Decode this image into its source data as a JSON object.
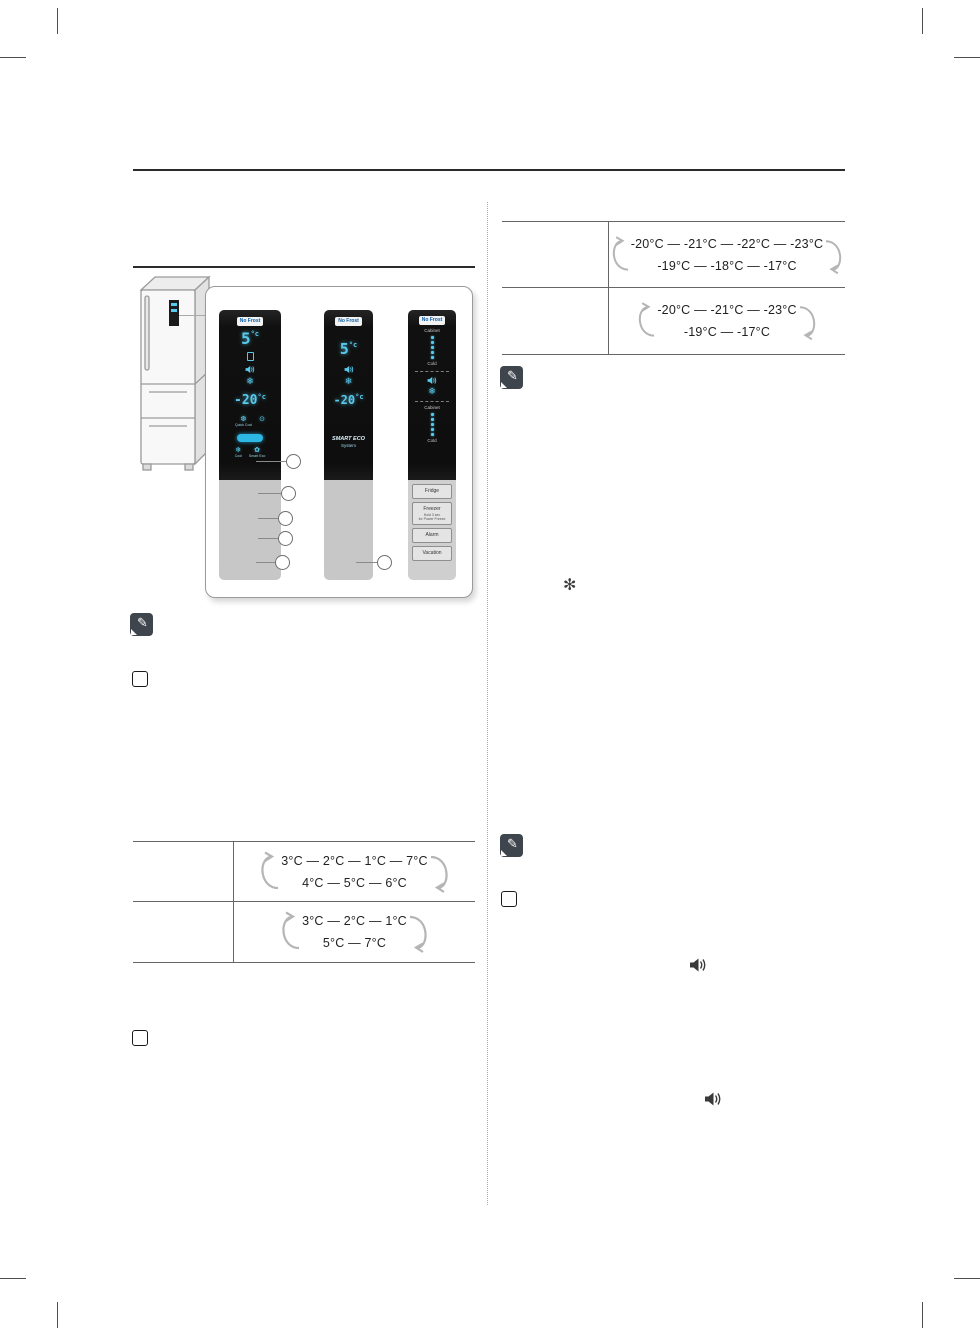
{
  "colors": {
    "display_blue": "#58c9ea",
    "badge_blue": "#2cb7e5",
    "panel_dark": "#121212",
    "panel_gray": "#c7c7c7",
    "arrow_gray": "#b5b5b5",
    "rule_dark": "#2b2b2b"
  },
  "icons": {
    "pencil": "✎",
    "snowflake": "✻",
    "snowflake_small": "❄",
    "quick_cool": "❆",
    "deodorizer": "⊙",
    "cool": "❄",
    "smart_eco": "✿"
  },
  "control_panels": {
    "panel_a": {
      "logo": "No Frost",
      "fridge_temp": "5",
      "fridge_temp_unit": "°c",
      "freezer_temp": "-20",
      "freezer_temp_unit": "°c",
      "mode_labels": {
        "quick_cool": "Quick Cool",
        "cool": "Cool",
        "smart_eco": "Smart Eco"
      }
    },
    "panel_b": {
      "logo": "No Frost",
      "fridge_temp": "5",
      "fridge_temp_unit": "°c",
      "freezer_temp": "-20",
      "freezer_temp_unit": "°c",
      "system_line1": "SMART ECO",
      "system_line2": "System"
    },
    "panel_c": {
      "logo": "No Frost",
      "cabinet_top": "Cabinet",
      "cold_top": "Cold",
      "cabinet_bottom": "Cabinet",
      "cold_bottom": "Cold",
      "buttons": [
        {
          "label": "Fridge"
        },
        {
          "label": "Freezer",
          "sub1": "Hold 3 sec",
          "sub2": "for Power Freeze"
        },
        {
          "label": "Alarm"
        },
        {
          "label": "Vacation"
        }
      ]
    }
  },
  "fridge_table": {
    "rows": [
      {
        "label": "",
        "line1": "3°C — 2°C — 1°C — 7°C",
        "line2": "4°C — 5°C — 6°C"
      },
      {
        "label": "",
        "line1": "3°C — 2°C — 1°C",
        "line2": "5°C — 7°C"
      }
    ]
  },
  "freezer_table": {
    "rows": [
      {
        "label": "",
        "line1": "-20°C — -21°C — -22°C — -23°C",
        "line2": "-19°C — -18°C — -17°C"
      },
      {
        "label": "",
        "line1": "-20°C — -21°C — -23°C",
        "line2": "-19°C — -17°C"
      }
    ]
  }
}
